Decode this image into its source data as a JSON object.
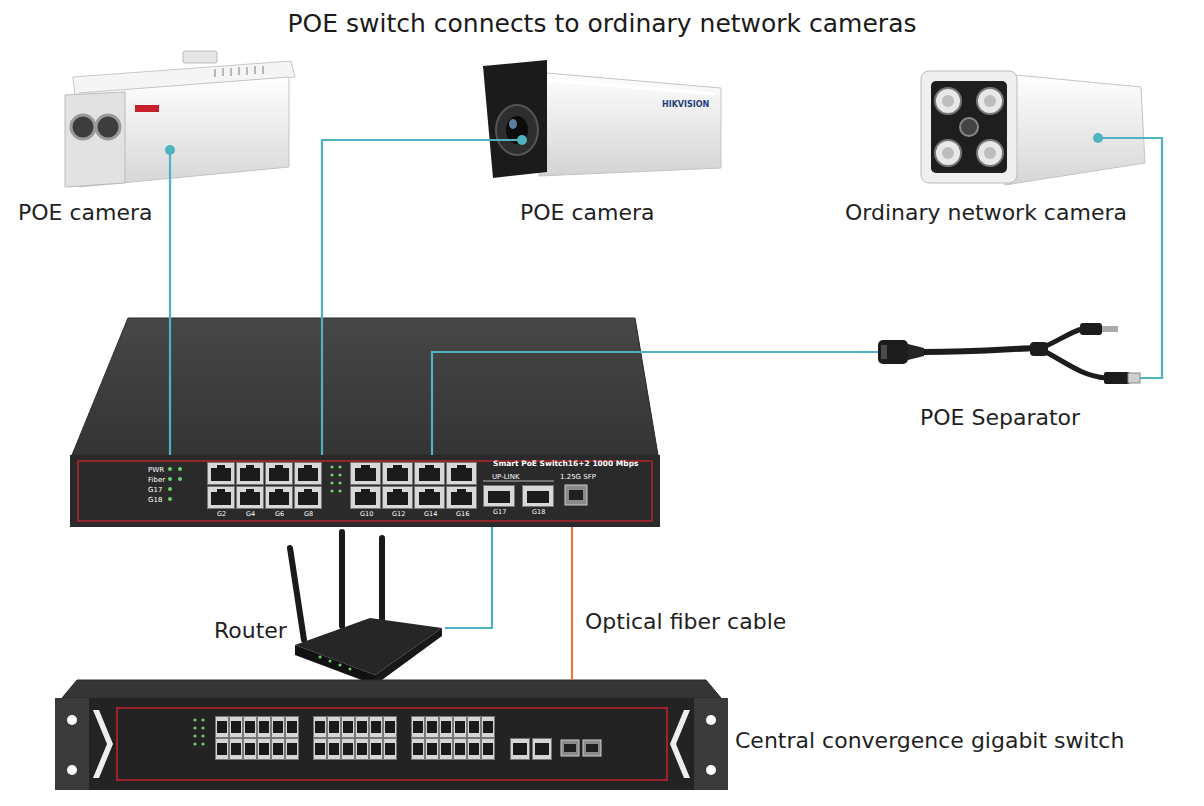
{
  "diagram": {
    "title": "POE switch connects to ordinary network cameras",
    "nodes": [
      {
        "text": [
          "POE camera"
        ]
      },
      {
        "text": [
          "POE camera"
        ]
      },
      {
        "text": [
          "Ordinary network camera"
        ]
      },
      {
        "text": [
          "Smart PoE Switch16+2 1000 Mbps"
        ]
      },
      {
        "text": [
          "POE Separator"
        ]
      },
      {
        "text": [
          "Router"
        ]
      },
      {
        "text": [
          "Central convergence gigabit switch"
        ]
      }
    ],
    "edges": [
      {
        "from": 0,
        "to": 3,
        "arrow": "none"
      },
      {
        "from": 1,
        "to": 3,
        "arrow": "none"
      },
      {
        "from": 3,
        "to": 4,
        "arrow": "none"
      },
      {
        "from": 4,
        "to": 2,
        "arrow": "none"
      },
      {
        "from": 3,
        "to": 5,
        "arrow": "none"
      },
      {
        "from": 3,
        "to": 6,
        "label": "Optical fiber cable",
        "arrow": "none"
      }
    ],
    "labels": [
      "UP-LINK",
      "1.25G SFP",
      "PWR",
      "Fiber",
      "G17",
      "G18",
      "HIKVISION",
      "G2",
      "G4",
      "G6",
      "G8",
      "G10",
      "G12",
      "G14",
      "G16",
      "G17",
      "G18"
    ]
  }
}
